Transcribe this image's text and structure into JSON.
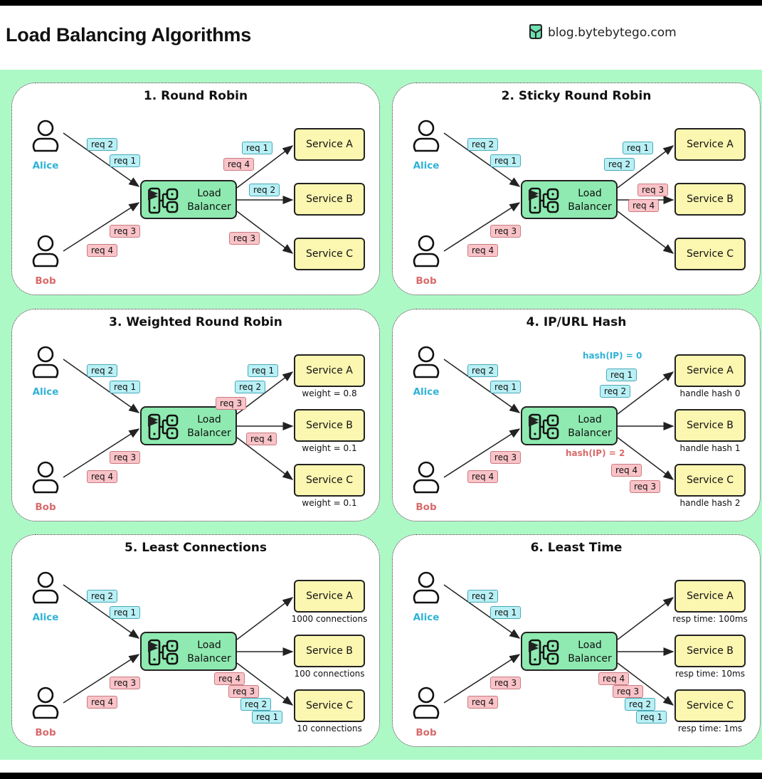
{
  "header": {
    "title": "Load Balancing Algorithms",
    "brand_icon": "bytebytego-logo-icon",
    "brand_text": "blog.bytebytego.com"
  },
  "colors": {
    "background": "#adf9c6",
    "load_balancer": "#8eeab0",
    "service": "#fbf6b0",
    "alice": "#2fb2d6",
    "bob": "#d86a6a",
    "req_blue": "#b8f0f5",
    "req_red": "#f9c3c8"
  },
  "common": {
    "alice": "Alice",
    "bob": "Bob",
    "lb_line1": "Load",
    "lb_line2": "Balancer",
    "service_a": "Service A",
    "service_b": "Service B",
    "service_c": "Service C"
  },
  "panels": [
    {
      "title": "1. Round Robin",
      "alice_reqs": [
        "req 2",
        "req 1"
      ],
      "bob_reqs": [
        "req 3",
        "req 4"
      ],
      "out_reqs": [
        {
          "label": "req 1",
          "color": "blue",
          "route": "A"
        },
        {
          "label": "req 4",
          "color": "red",
          "route": "A"
        },
        {
          "label": "req 2",
          "color": "blue",
          "route": "B"
        },
        {
          "label": "req 3",
          "color": "red",
          "route": "C"
        }
      ],
      "notes": [
        "",
        "",
        ""
      ],
      "hash_notes": []
    },
    {
      "title": "2. Sticky Round Robin",
      "alice_reqs": [
        "req 2",
        "req 1"
      ],
      "bob_reqs": [
        "req 3",
        "req 4"
      ],
      "out_reqs": [
        {
          "label": "req 1",
          "color": "blue",
          "route": "A"
        },
        {
          "label": "req 2",
          "color": "blue",
          "route": "A"
        },
        {
          "label": "req 3",
          "color": "red",
          "route": "B"
        },
        {
          "label": "req 4",
          "color": "red",
          "route": "B"
        }
      ],
      "notes": [
        "",
        "",
        ""
      ],
      "hash_notes": []
    },
    {
      "title": "3. Weighted Round Robin",
      "alice_reqs": [
        "req 2",
        "req 1"
      ],
      "bob_reqs": [
        "req 3",
        "req 4"
      ],
      "out_reqs": [
        {
          "label": "req 1",
          "color": "blue",
          "route": "A"
        },
        {
          "label": "req 2",
          "color": "blue",
          "route": "A"
        },
        {
          "label": "req 3",
          "color": "red",
          "route": "A"
        },
        {
          "label": "req 4",
          "color": "red",
          "route": "B"
        }
      ],
      "notes": [
        "weight = 0.8",
        "weight = 0.1",
        "weight = 0.1"
      ],
      "hash_notes": []
    },
    {
      "title": "4. IP/URL Hash",
      "alice_reqs": [
        "req 2",
        "req 1"
      ],
      "bob_reqs": [
        "req 3",
        "req 4"
      ],
      "out_reqs": [
        {
          "label": "req 1",
          "color": "blue",
          "route": "A"
        },
        {
          "label": "req 2",
          "color": "blue",
          "route": "A"
        },
        {
          "label": "req 4",
          "color": "red",
          "route": "C"
        },
        {
          "label": "req 3",
          "color": "red",
          "route": "C"
        }
      ],
      "notes": [
        "handle hash 0",
        "handle hash 1",
        "handle hash 2"
      ],
      "hash_notes": [
        {
          "label": "hash(IP) = 0",
          "color": "blue"
        },
        {
          "label": "hash(IP) = 2",
          "color": "red"
        }
      ]
    },
    {
      "title": "5. Least Connections",
      "alice_reqs": [
        "req 2",
        "req 1"
      ],
      "bob_reqs": [
        "req 3",
        "req 4"
      ],
      "out_reqs": [
        {
          "label": "req 4",
          "color": "red",
          "route": "C"
        },
        {
          "label": "req 3",
          "color": "red",
          "route": "C"
        },
        {
          "label": "req 2",
          "color": "blue",
          "route": "C"
        },
        {
          "label": "req 1",
          "color": "blue",
          "route": "C"
        }
      ],
      "notes": [
        "1000 connections",
        "100 connections",
        "10 connections"
      ],
      "hash_notes": []
    },
    {
      "title": "6. Least Time",
      "alice_reqs": [
        "req 2",
        "req 1"
      ],
      "bob_reqs": [
        "req 3",
        "req 4"
      ],
      "out_reqs": [
        {
          "label": "req 4",
          "color": "red",
          "route": "C"
        },
        {
          "label": "req 3",
          "color": "red",
          "route": "C"
        },
        {
          "label": "req 2",
          "color": "blue",
          "route": "C"
        },
        {
          "label": "req 1",
          "color": "blue",
          "route": "C"
        }
      ],
      "notes": [
        "resp time: 100ms",
        "resp time: 10ms",
        "resp time: 1ms"
      ],
      "hash_notes": []
    }
  ]
}
